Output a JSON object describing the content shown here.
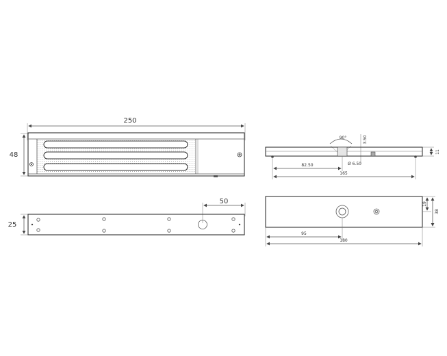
{
  "drawing": {
    "magnet_front": {
      "width_label": "250",
      "height_label": "48"
    },
    "magnet_bottom": {
      "height_label": "25",
      "offset_label": "50"
    },
    "armature_side": {
      "angle_label": "90°",
      "depth_label": "3.50",
      "height_label": "11",
      "offset_label": "82.50",
      "hole_label": "Ø 6.50",
      "length_label": "165"
    },
    "armature_top": {
      "width_label": "19",
      "depth_label": "38",
      "offset_label": "95",
      "length_label": "180"
    }
  }
}
